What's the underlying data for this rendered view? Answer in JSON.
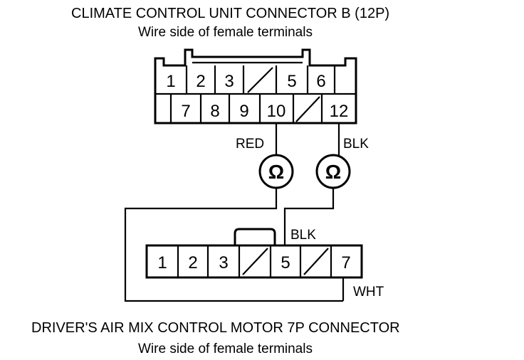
{
  "top_connector": {
    "title": "CLIMATE CONTROL UNIT CONNECTOR B (12P)",
    "subtitle": "Wire side of female terminals",
    "row1": [
      "1",
      "2",
      "3",
      "",
      "5",
      "6",
      ""
    ],
    "row2": [
      "",
      "7",
      "8",
      "9",
      "10",
      "",
      "12"
    ]
  },
  "bottom_connector": {
    "title": "DRIVER'S AIR MIX CONTROL MOTOR 7P CONNECTOR",
    "subtitle": "Wire side of female terminals",
    "pins": [
      "1",
      "2",
      "3",
      "",
      "5",
      "",
      "7"
    ]
  },
  "wires": {
    "red": "RED",
    "blk_top": "BLK",
    "blk_bottom": "BLK",
    "wht": "WHT"
  },
  "meters": {
    "symbol_left": "Ω",
    "symbol_right": "Ω",
    "icon": "ohmmeter-icon"
  }
}
